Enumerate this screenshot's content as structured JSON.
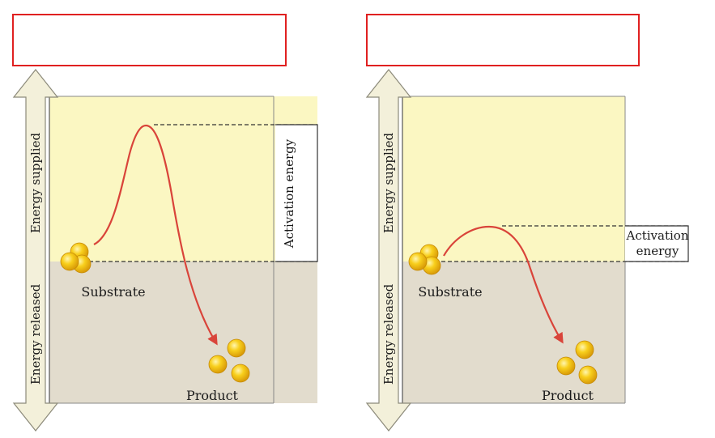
{
  "diagrams": [
    {
      "title_box": "",
      "axis_upper_label": "Energy supplied",
      "axis_lower_label": "Energy released",
      "activation_label_lines": [
        "Activation energy"
      ],
      "substrate_label": "Substrate",
      "product_label": "Product"
    },
    {
      "title_box": "",
      "axis_upper_label": "Energy supplied",
      "axis_lower_label": "Energy released",
      "activation_label_lines": [
        "Activation",
        "energy"
      ],
      "substrate_label": "Substrate",
      "product_label": "Product"
    }
  ],
  "colors": {
    "energy_supplied_bg": "#fbf7c2",
    "energy_released_bg": "#e2dccd",
    "curve": "#d9443a",
    "title_box_border": "#e02020",
    "arrow_fill": "#f3f0da",
    "molecule": "#f6c81b"
  }
}
